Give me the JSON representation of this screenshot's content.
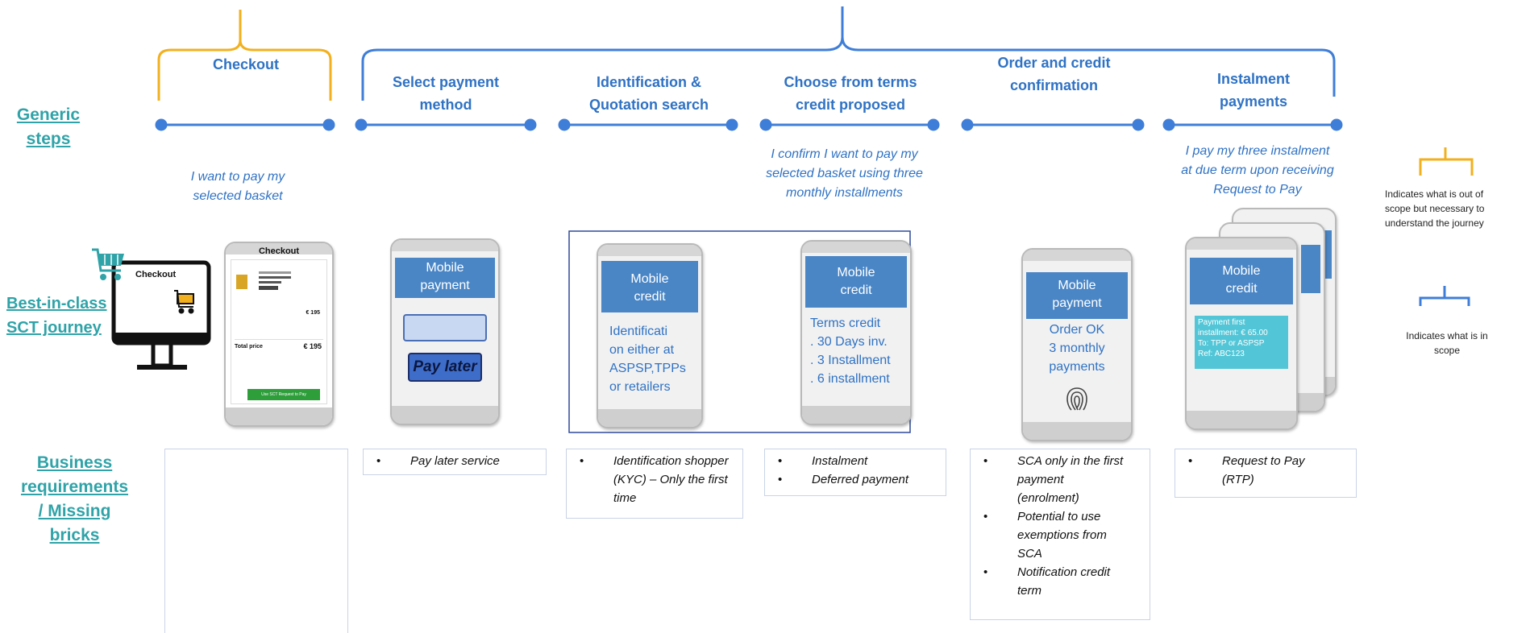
{
  "row_labels": {
    "generic": [
      "Generic",
      "steps"
    ],
    "journey": [
      "Best-in-class",
      "SCT journey"
    ],
    "business": [
      "Business",
      "requirements",
      "/ Missing",
      "bricks"
    ]
  },
  "steps": [
    [
      "Checkout"
    ],
    [
      "Select payment",
      "method"
    ],
    [
      "Identification &",
      "Quotation search"
    ],
    [
      "Choose from terms",
      "credit proposed"
    ],
    [
      "Order and credit",
      "confirmation"
    ],
    [
      "Instalment",
      "payments"
    ]
  ],
  "quotes": {
    "checkout": [
      "I want to pay my",
      "selected basket"
    ],
    "terms": [
      "I confirm I want to pay my",
      "selected basket using three",
      "monthly installments"
    ],
    "instalment": [
      "I pay my three instalment",
      "at due term upon receiving",
      "Request to Pay"
    ]
  },
  "checkout_visual": {
    "monitor_label": "Checkout",
    "phone_title": "Checkout",
    "price_a": "€ 195",
    "total_label": "Total price",
    "total_value": "€ 195",
    "cta": "Use SCT Request to Pay"
  },
  "phones": {
    "payment": {
      "header": [
        "Mobile",
        "payment"
      ],
      "button": "Pay later"
    },
    "ident": {
      "header": [
        "Mobile",
        "credit"
      ],
      "body": [
        "Identificati",
        "on either at",
        "ASPSP,TPPs",
        "or retailers"
      ]
    },
    "terms": {
      "header": [
        "Mobile",
        "credit"
      ],
      "body": [
        "Terms credit",
        ". 30 Days inv.",
        ". 3 Installment",
        ". 6 installment"
      ]
    },
    "order": {
      "header": [
        "Mobile",
        "payment"
      ],
      "body": [
        "Order OK",
        "3 monthly",
        "payments"
      ]
    },
    "instalment": {
      "header": [
        "Mobile",
        "credit"
      ],
      "body": [
        "Payment first",
        "installment: € 65.00",
        "To:  TPP or ASPSP",
        "Ref: ABC123"
      ]
    }
  },
  "requirements": {
    "payment": [
      "Pay later service"
    ],
    "ident": [
      "Identification shopper (KYC) – Only the first time"
    ],
    "terms": [
      "Instalment",
      "Deferred payment"
    ],
    "order": [
      "SCA only in the first payment (enrolment)",
      "Potential to use exemptions from SCA",
      "Notification credit term"
    ],
    "instalment": [
      "Request to Pay (RTP)"
    ]
  },
  "legend": {
    "out_scope": [
      "Indicates what is out of",
      "scope but necessary to",
      "understand the journey"
    ],
    "in_scope": [
      "Indicates what is in",
      "scope"
    ]
  },
  "colors": {
    "out_scope": "#f2b01e",
    "in_scope": "#3f7ed8",
    "step_text": "#2f72c4",
    "label_teal": "#2fa3a8"
  }
}
